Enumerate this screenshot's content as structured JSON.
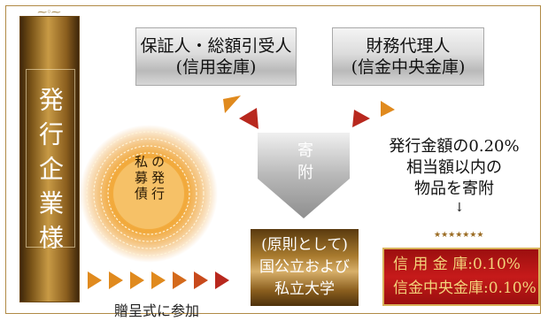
{
  "issuer": "発行企業様",
  "guarantor": {
    "line1": "保証人・総額引受人",
    "line2": "(信用金庫)"
  },
  "agent": {
    "line1": "財務代理人",
    "line2": "(信金中央金庫)"
  },
  "private_bond": {
    "columns": [
      "私募債",
      "の発行"
    ]
  },
  "donation": "寄附",
  "university": {
    "line1": "(原則として)",
    "line2": "国公立および",
    "line3": "私立大学"
  },
  "amount_note": {
    "line1": "発行金額の0.20%",
    "line2": "相当額以内の",
    "line3": "物品を寄附",
    "arrow": "↓"
  },
  "fees": {
    "line1": "信 用 金 庫:0.10%",
    "line2": "信金中央金庫:0.10%"
  },
  "ceremony": "贈呈式に参加",
  "colors": {
    "arrow_orange": "#e08a1e",
    "arrow_red": "#b8281e",
    "gold": "#c89a45",
    "red_box": "#c61a1a"
  }
}
